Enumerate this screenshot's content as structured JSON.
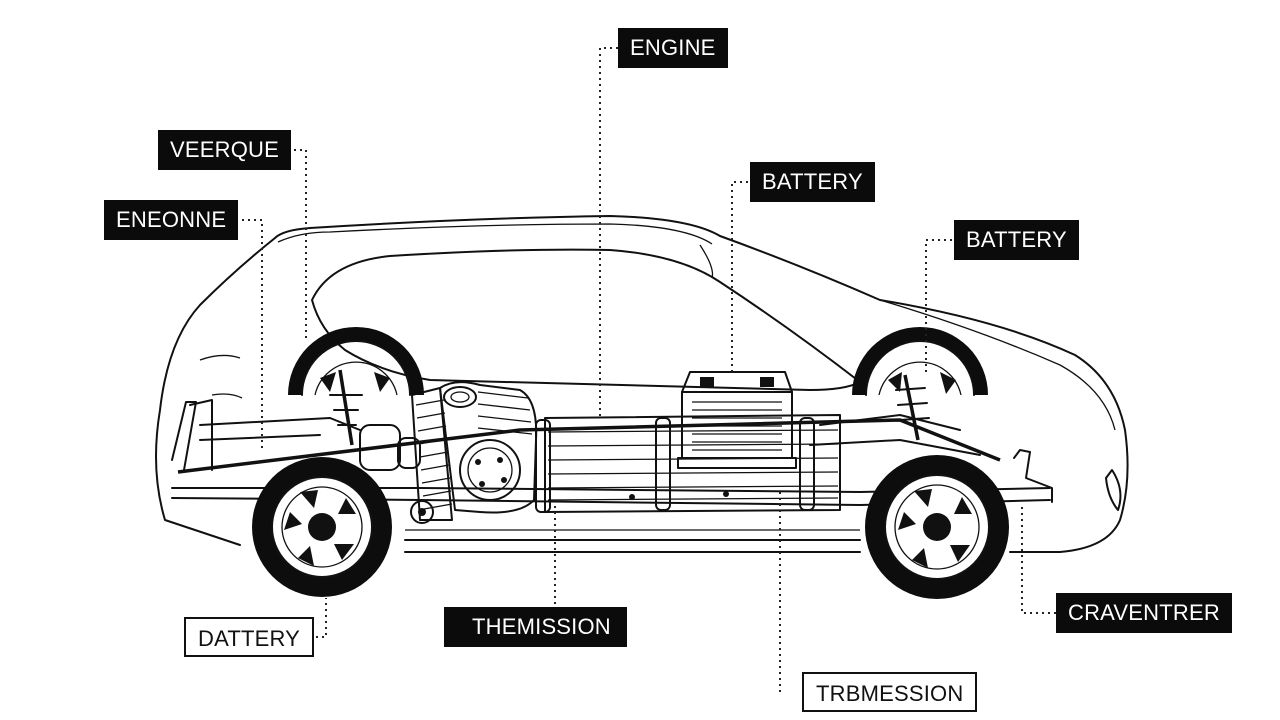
{
  "callouts": {
    "engine_top": "ENGINE",
    "veerque": "VEERQUE",
    "eneonne": "ENEONNE",
    "battery_mid": "BATTERY",
    "battery_right": "BATTERY",
    "dattery": "DATTERY",
    "themission": "THEMISSION",
    "trbmession": "TRBMESSION",
    "cravenrer": "CRAVENTRER"
  },
  "colors": {
    "ink": "#111111",
    "label_bg": "#0b0b0b",
    "label_text": "#ffffff",
    "background": "#ffffff"
  },
  "icons": [
    "car-body",
    "chassis-frame",
    "engine-block",
    "battery-pack",
    "wheel"
  ]
}
